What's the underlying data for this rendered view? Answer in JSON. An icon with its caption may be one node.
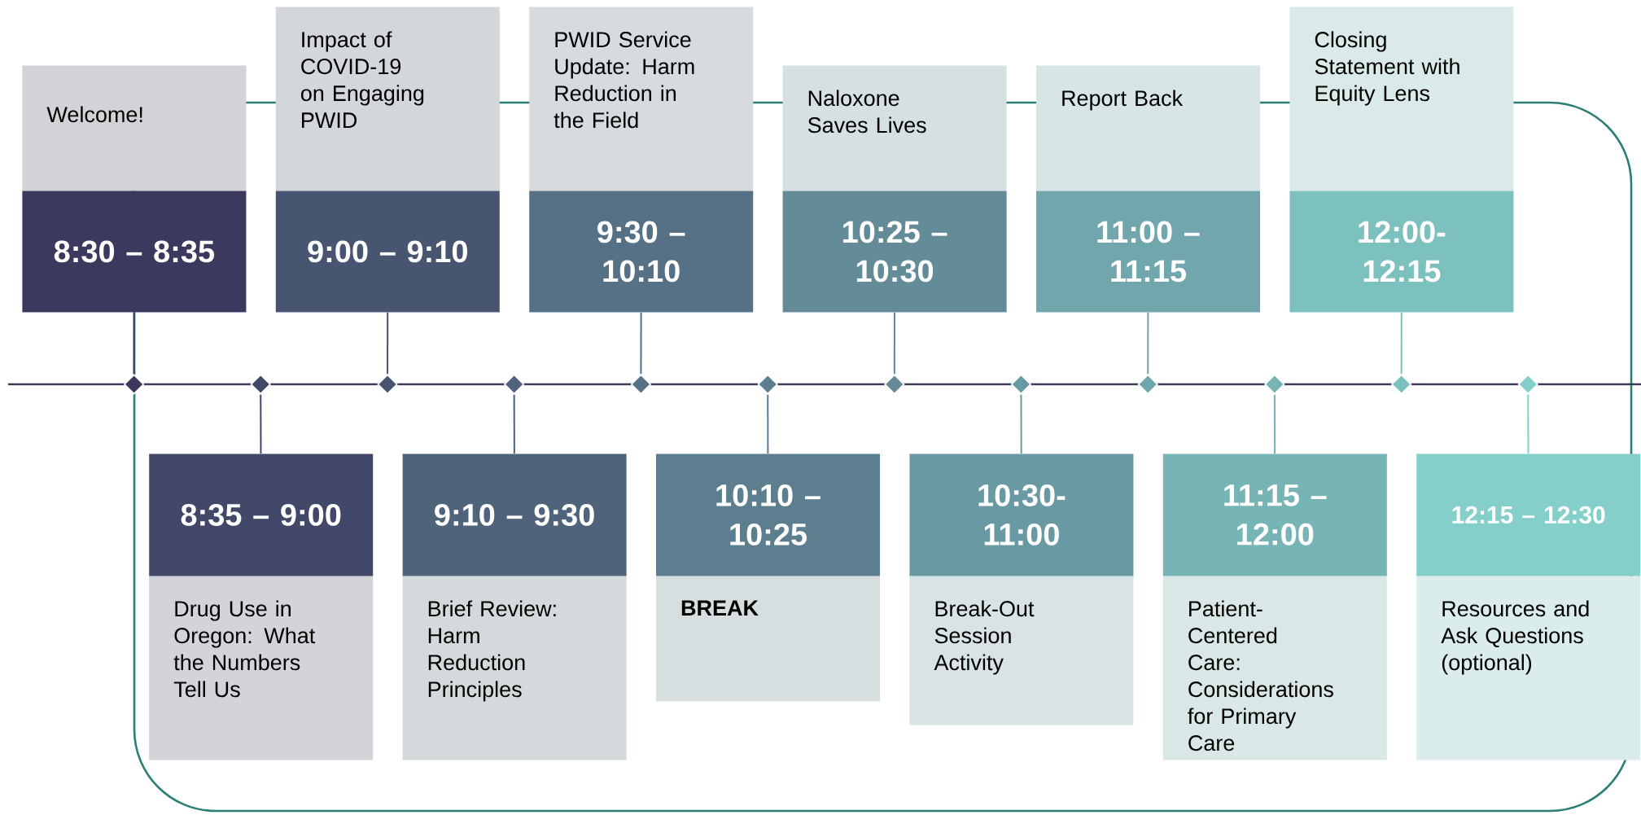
{
  "diagram": {
    "nodes": [
      {
        "text": [
          "Welcome!"
        ]
      },
      {
        "text": [
          "8:30 – 8:35"
        ]
      },
      {
        "text": [],
        "shape": "diamond"
      },
      {
        "text": [
          "Drug Use in Oregon: What the Numbers Tell Us"
        ]
      },
      {
        "text": [
          "8:35 – 9:00"
        ]
      },
      {
        "text": [],
        "shape": "diamond"
      },
      {
        "text": [
          "Impact of COVID-19 on Engaging PWID"
        ]
      },
      {
        "text": [
          "9:00 – 9:10"
        ]
      },
      {
        "text": [],
        "shape": "diamond"
      },
      {
        "text": [
          "Brief Review: Harm Reduction Principles"
        ]
      },
      {
        "text": [
          "9:10 – 9:30"
        ]
      },
      {
        "text": [],
        "shape": "diamond"
      },
      {
        "text": [
          "PWID Service Update: Harm Reduction in the Field"
        ]
      },
      {
        "text": [
          "9:30 – 10:10"
        ]
      },
      {
        "text": [],
        "shape": "diamond"
      },
      {
        "text": [
          "BREAK"
        ]
      },
      {
        "text": [
          "10:10 – 10:25"
        ]
      },
      {
        "text": [],
        "shape": "diamond"
      },
      {
        "text": [
          "Naloxone Saves Lives"
        ]
      },
      {
        "text": [
          "10:25 – 10:30"
        ]
      },
      {
        "text": [],
        "shape": "diamond"
      },
      {
        "text": [
          "Break-Out Session Activity"
        ]
      },
      {
        "text": [
          "10:30- 11:00"
        ]
      },
      {
        "text": [],
        "shape": "diamond"
      },
      {
        "text": [
          "Report Back"
        ]
      },
      {
        "text": [
          "11:00 – 11:15"
        ]
      },
      {
        "text": [],
        "shape": "diamond"
      },
      {
        "text": [
          "Patient-Centered Care: Considerations for Primary Care"
        ]
      },
      {
        "text": [
          "11:15 – 12:00"
        ]
      },
      {
        "text": [],
        "shape": "diamond"
      },
      {
        "text": [
          "Closing Statement with Equity Lens"
        ]
      },
      {
        "text": [
          "12:00- 12:15"
        ]
      },
      {
        "text": [],
        "shape": "diamond"
      },
      {
        "text": [
          "Resources and Ask Questions (optional)"
        ]
      },
      {
        "text": [
          "12:15 – 12:30"
        ]
      },
      {
        "text": [],
        "shape": "diamond"
      }
    ],
    "edges": [
      {
        "from": 1,
        "to": 2,
        "arrow": "none",
        "color": "#3b3a5e"
      },
      {
        "from": 5,
        "to": 4,
        "arrow": "none",
        "color": "#414769"
      },
      {
        "from": 7,
        "to": 8,
        "arrow": "none",
        "color": "#475474"
      },
      {
        "from": 11,
        "to": 10,
        "arrow": "none",
        "color": "#4d617f"
      },
      {
        "from": 13,
        "to": 14,
        "arrow": "none",
        "color": "#536e8a"
      },
      {
        "from": 17,
        "to": 16,
        "arrow": "none",
        "color": "#597b95"
      },
      {
        "from": 19,
        "to": 20,
        "arrow": "none",
        "color": "#5e88a0"
      },
      {
        "from": 23,
        "to": 22,
        "arrow": "none",
        "color": "#6999a2"
      },
      {
        "from": 25,
        "to": 26,
        "arrow": "none",
        "color": "#70a6ac"
      },
      {
        "from": 29,
        "to": 28,
        "arrow": "none",
        "color": "#77b4b6"
      },
      {
        "from": 31,
        "to": 32,
        "arrow": "none",
        "color": "#7dc1bf"
      },
      {
        "from": 35,
        "to": 34,
        "arrow": "none",
        "color": "#84cfc9"
      }
    ]
  }
}
